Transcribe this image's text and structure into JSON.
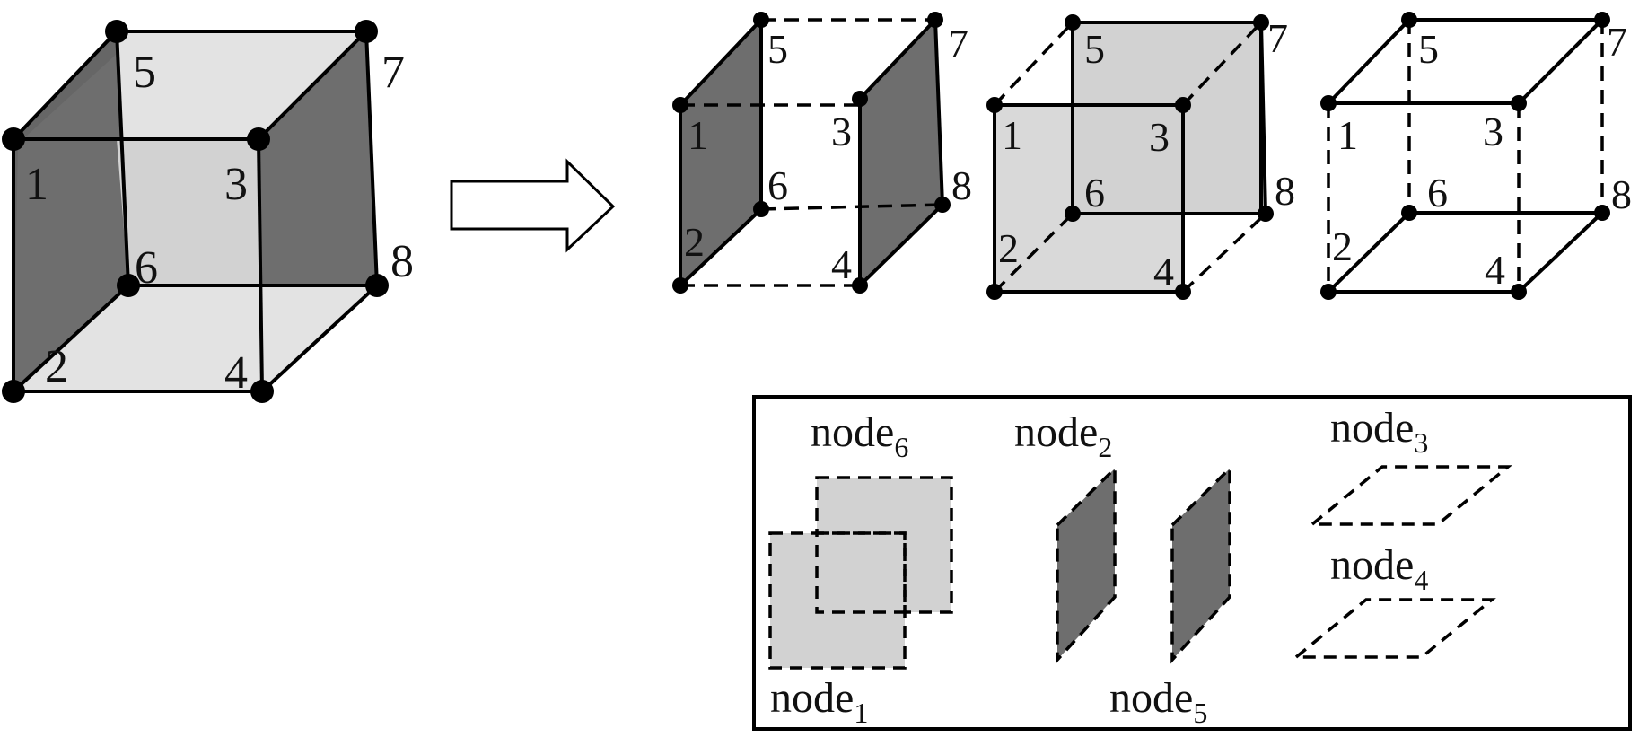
{
  "cube_labels": [
    "1",
    "2",
    "3",
    "4",
    "5",
    "6",
    "7",
    "8"
  ],
  "legend": {
    "node1": {
      "base": "node",
      "sub": "1"
    },
    "node2": {
      "base": "node",
      "sub": "2"
    },
    "node3": {
      "base": "node",
      "sub": "3"
    },
    "node4": {
      "base": "node",
      "sub": "4"
    },
    "node5": {
      "base": "node",
      "sub": "5"
    },
    "node6": {
      "base": "node",
      "sub": "6"
    }
  },
  "colors": {
    "dark_face": "#6e6e6e",
    "light_face": "#d2d2d2",
    "lighter_face": "#e3e3e3",
    "stroke": "#000000"
  }
}
